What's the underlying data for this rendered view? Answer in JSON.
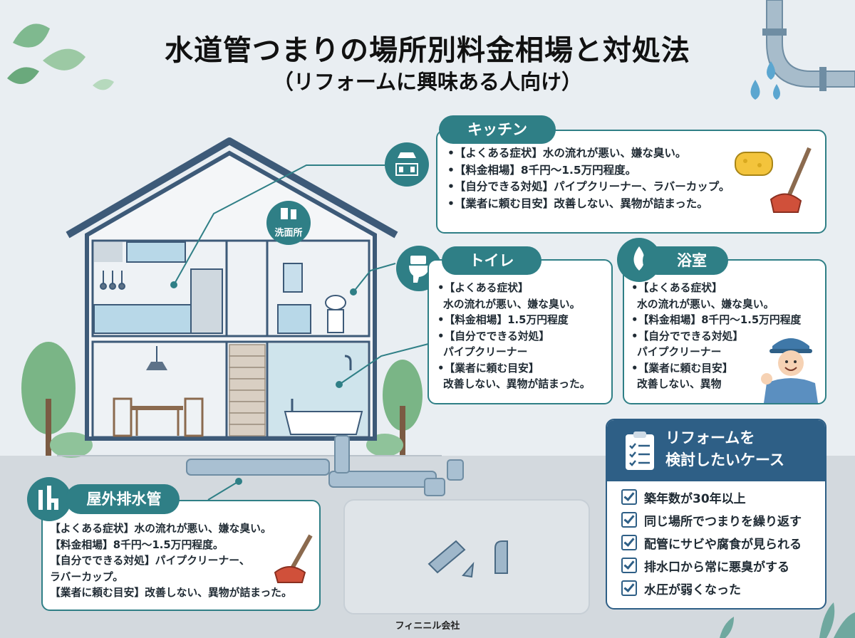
{
  "header": {
    "title": "水道管つまりの場所別料金相場と対処法",
    "subtitle": "（リフォームに興味ある人向け）"
  },
  "house": {
    "washroom_label": "洗面所"
  },
  "kitchen": {
    "label": "キッチン",
    "lines": [
      "•【よくある症状】水の流れが悪い、嫌な臭い。",
      "•【料金相場】8千円〜1.5万円程度。",
      "•【自分できる対処】パイプクリーナー、ラバーカップ。",
      "•【業者に頼む目安】改善しない、異物が詰まった。"
    ]
  },
  "toilet": {
    "label": "トイレ",
    "lines": [
      "•【よくある症状】",
      "  水の流れが悪い、嫌な臭い。",
      "•【料金相場】1.5万円程度",
      "•【自分でできる対処】",
      "  パイプクリーナー",
      "•【業者に頼む目安】",
      "  改善しない、異物が詰まった。"
    ]
  },
  "bath": {
    "label": "浴室",
    "lines": [
      "•【よくある症状】",
      "  水の流れが悪い、嫌な臭い。",
      "•【料金相場】8千円〜1.5万円程度",
      "•【自分でできる対処】",
      "  パイプクリーナー",
      "•【業者に頼む目安】",
      "  改善しない、異物"
    ]
  },
  "outdoor": {
    "label": "屋外排水管",
    "lines": [
      "【よくある症状】水の流れが悪い、嫌な臭い。",
      "【料金相場】8千円〜1.5万円程度。",
      "【自分でできる対処】パイプクリーナー、",
      "ラバーカップ。",
      "【業者に頼む目安】改善しない、異物が詰まった。"
    ]
  },
  "reform": {
    "title_line1": "リフォームを",
    "title_line2": "検討したいケース",
    "items": [
      "築年数が30年以上",
      "同じ場所でつまりを繰り返す",
      "配管にサビや腐食が見られる",
      "排水口から常に悪臭がする",
      "水圧が弱くなった"
    ]
  },
  "footer": {
    "company": "フィニニル会社"
  },
  "colors": {
    "teal": "#2f7f86",
    "navy": "#2e5f86",
    "house_outline": "#3d5a78",
    "pipe": "#8aaac4"
  }
}
